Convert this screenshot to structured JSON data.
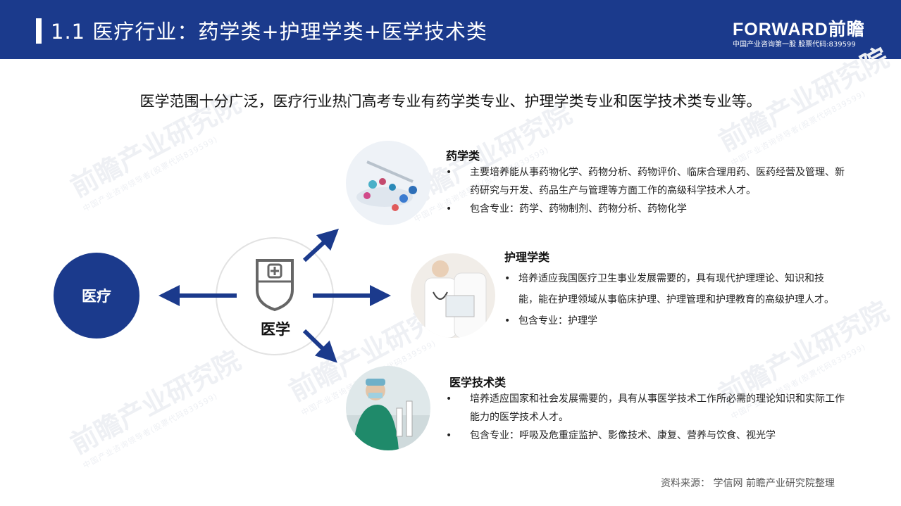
{
  "header": {
    "title": "1.1  医疗行业：药学类+护理学类+医学技术类",
    "brand": "FORWARD前瞻",
    "brand_sub": "中国产业咨询第一股  股票代码:839599"
  },
  "intro": "医学范围十分广泛，医疗行业热门高考专业有药学类专业、护理学类专业和医学技术类专业等。",
  "watermark": {
    "main": "前瞻产业研究院",
    "sub": "中国产业咨询领导者(股票代码839599)"
  },
  "diagram": {
    "root_label": "医疗",
    "center_label": "医学",
    "center_icon": "medical-shield-icon"
  },
  "sections": [
    {
      "title": "药学类",
      "bullets": [
        "主要培养能从事药物化学、药物分析、药物评价、临床合理用药、医药经营及管理、新药研究与开发、药品生产与管理等方面工作的高级科学技术人才。",
        "包含专业：药学、药物制剂、药物分析、药物化学"
      ]
    },
    {
      "title": "护理学类",
      "bullets": [
        "培养适应我国医疗卫生事业发展需要的，具有现代护理理论、知识和技能，能在护理领域从事临床护理、护理管理和护理教育的高级护理人才。",
        "包含专业：护理学"
      ]
    },
    {
      "title": "医学技术类",
      "bullets": [
        "培养适应国家和社会发展需要的，具有从事医学技术工作所必需的理论知识和实际工作能力的医学技术人才。",
        "包含专业：呼吸及危重症监护、影像技术、康复、营养与饮食、视光学"
      ]
    }
  ],
  "source": "资料来源： 学信网 前瞻产业研究院整理",
  "colors": {
    "primary": "#1b3a8c",
    "watermark": "#eef0f4"
  }
}
